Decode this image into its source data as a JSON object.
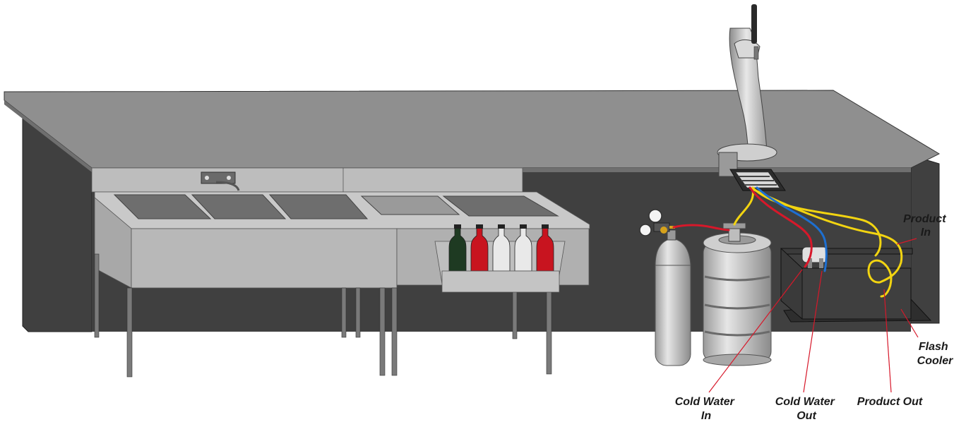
{
  "labels": {
    "product_in": [
      "Product",
      "In"
    ],
    "flash_cooler": [
      "Flash",
      "Cooler"
    ],
    "cold_water_in": [
      "Cold Water",
      "In"
    ],
    "cold_water_out": [
      "Cold Water",
      "Out"
    ],
    "product_out": "Product Out"
  },
  "colors": {
    "counter_top": "#8f8f8f",
    "back_wall": "#404040",
    "stainless": "#bdbdbd",
    "line_red": "#d7182a",
    "line_blue": "#1e6fd0",
    "line_yellow": "#f2d411",
    "leader": "#d7182a"
  },
  "bottles": [
    "green",
    "red",
    "white",
    "white",
    "red"
  ]
}
